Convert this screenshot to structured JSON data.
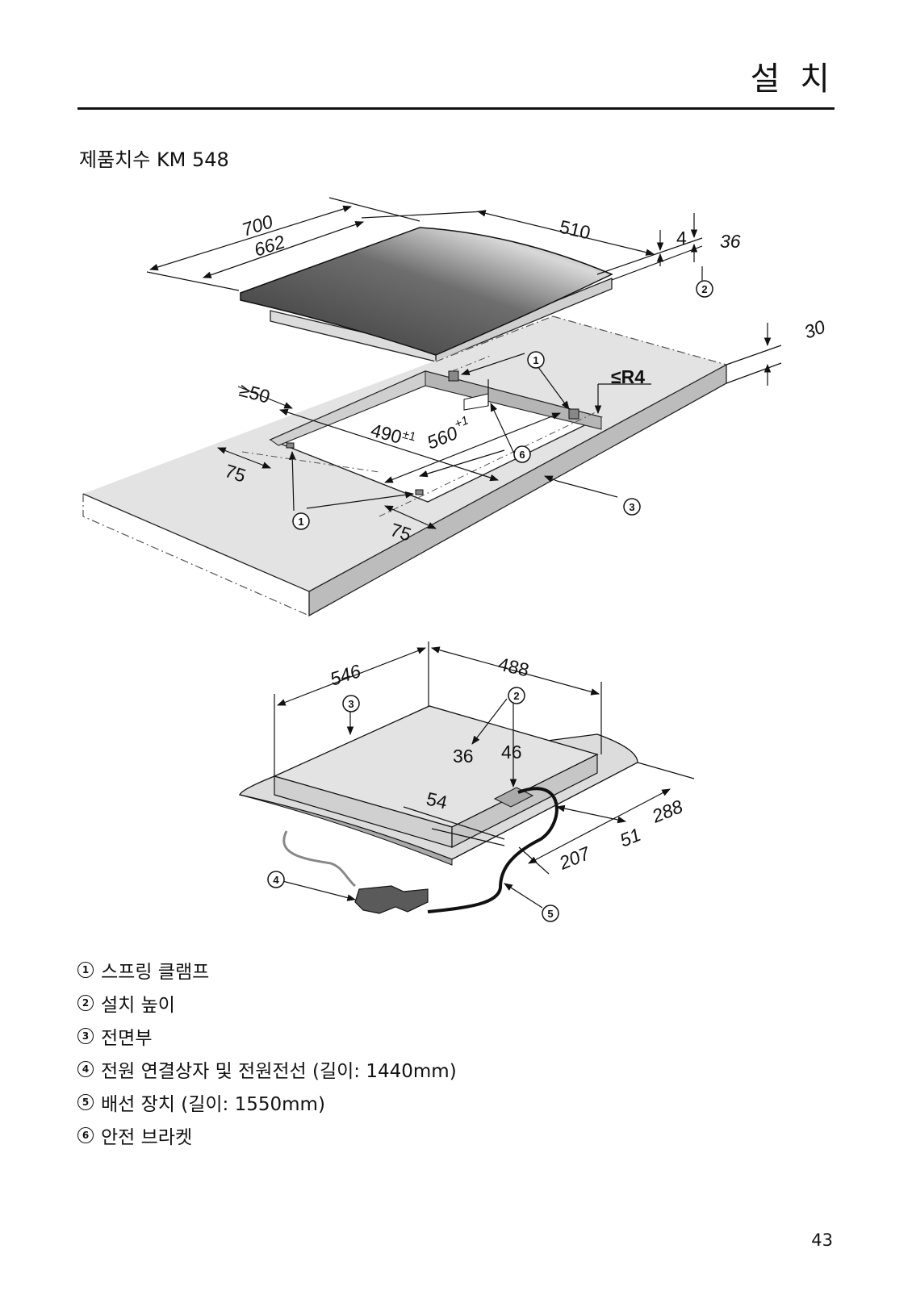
{
  "header": {
    "title": "설 치"
  },
  "subtitle": "제품치수 KM 548",
  "diagram": {
    "dims": {
      "d700": "700",
      "d662": "662",
      "d510": "510",
      "d4": "4",
      "d36": "36",
      "d30": "30",
      "ge50": "≥50",
      "leR4": "≤R4",
      "d490": "490",
      "d490tol": "±1",
      "d560": "560",
      "d560tol": "+1",
      "d75a": "75",
      "d75b": "75",
      "d546": "546",
      "d488": "488",
      "h36": "36",
      "h46": "46",
      "d54": "54",
      "d288": "288",
      "d51": "51",
      "d207": "207"
    },
    "callouts": {
      "c1a": "1",
      "c1b": "1",
      "c2a": "2",
      "c2b": "2",
      "c3a": "3",
      "c3b": "3",
      "c4": "4",
      "c5": "5",
      "c6": "6"
    }
  },
  "legend": [
    {
      "num": "1",
      "text": "스프링 클램프"
    },
    {
      "num": "2",
      "text": "설치 높이"
    },
    {
      "num": "3",
      "text": "전면부"
    },
    {
      "num": "4",
      "text": "전원 연결상자 및 전원전선 (길이: 1440mm)"
    },
    {
      "num": "5",
      "text": "배선 장치 (길이: 1550mm)"
    },
    {
      "num": "6",
      "text": "안전 브라켓"
    }
  ],
  "page_number": "43",
  "colors": {
    "counter": "#e3e3e3",
    "counter_edge": "#bcbcbc",
    "glass_dark": "#3f3f3f",
    "glass_light": "#d6d6d6"
  }
}
